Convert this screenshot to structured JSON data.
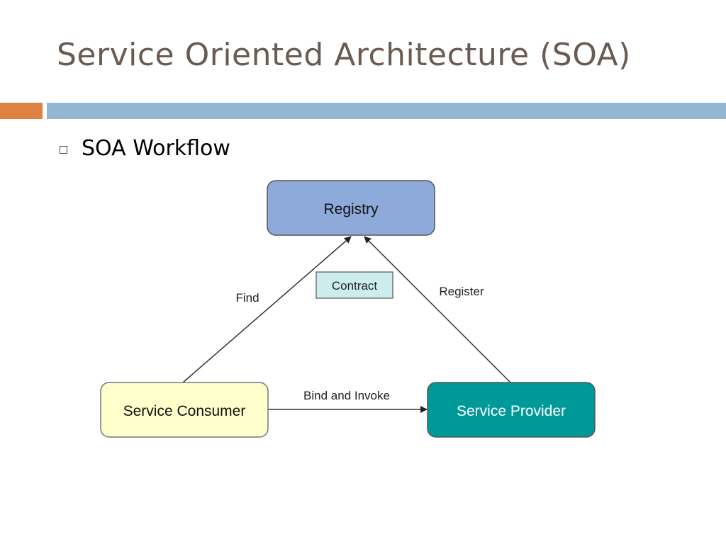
{
  "slide": {
    "title": "Service Oriented Architecture (SOA)",
    "bullet": "SOA Workflow"
  },
  "diagram": {
    "nodes": {
      "registry": {
        "label": "Registry",
        "fill": "#8eaadb"
      },
      "contract": {
        "label": "Contract",
        "fill": "#ccecee"
      },
      "consumer": {
        "label": "Service Consumer",
        "fill": "#ffffcc"
      },
      "provider": {
        "label": "Service Provider",
        "fill": "#009999"
      }
    },
    "edges": {
      "find": "Find",
      "register": "Register",
      "bind_invoke": "Bind and Invoke"
    }
  },
  "colors": {
    "title": "#6b5a50",
    "accent_orange": "#de8244",
    "accent_blue": "#94b6d2"
  }
}
